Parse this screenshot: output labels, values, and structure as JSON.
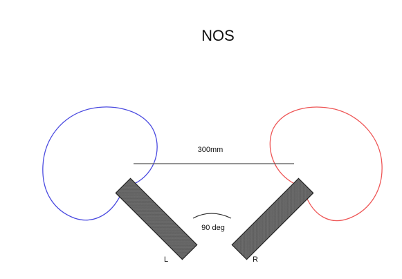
{
  "title": "NOS",
  "spacing": {
    "label": "300mm"
  },
  "angle": {
    "label": "90 deg"
  },
  "microphones": {
    "left": {
      "label": "L",
      "pattern_color": "#4a4ae0"
    },
    "right": {
      "label": "R",
      "pattern_color": "#ee5555"
    }
  },
  "colors": {
    "baseline": "#555555",
    "mic_body_fill": "#6b6b6b",
    "mic_body_stroke": "#222222",
    "arc": "#333333"
  }
}
